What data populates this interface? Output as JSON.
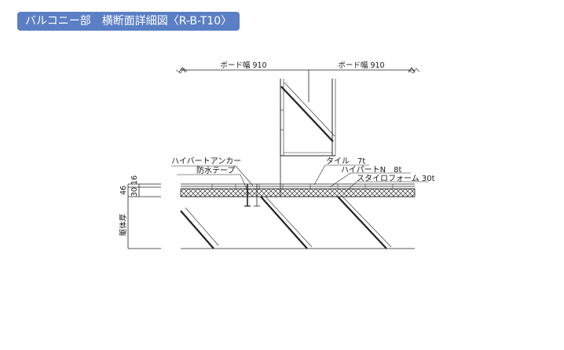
{
  "page": {
    "title": "バルコニー部　横断面詳細図〈R-B-T10〉",
    "accent_color": "#5b7fc4"
  },
  "dimensions": {
    "board_width_left": "ボード幅 910",
    "board_width_right": "ボード幅 910",
    "dim_46": "46",
    "dim_30": "30",
    "dim_16": "16",
    "body_thickness": "躯体厚"
  },
  "labels": {
    "hybrid_anchor": "ハイバートアンカー",
    "waterproof_tape": "防水テープ",
    "tile": "タイル　7t",
    "hybrid_n": "ハイパートN　8t",
    "styrofoam": "スタイロフォーム 30t"
  },
  "icons": {
    "break_mark": "zigzag-break-icon"
  }
}
